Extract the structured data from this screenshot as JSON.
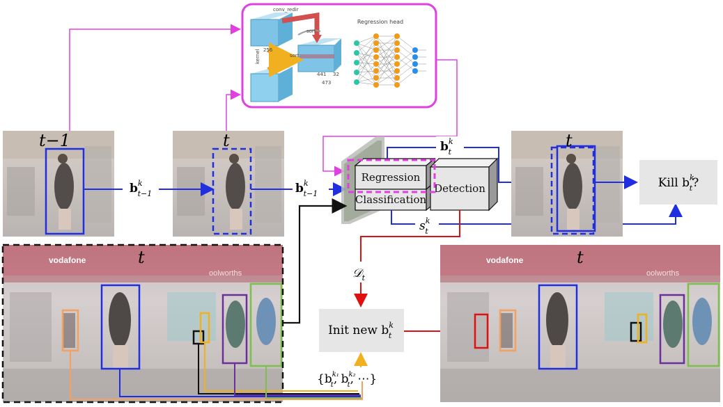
{
  "frames": {
    "prev_label": "t−1",
    "curr_label": "t",
    "detections_label": "t",
    "output_label": "t",
    "prediction_label": "t"
  },
  "network": {
    "regression_head_title": "Regression head",
    "conv_label": "conv_redir",
    "sort_label_1": "sort",
    "sort_label_2": "sort",
    "dim_256": "256",
    "dim_441": "441",
    "dim_32": "32",
    "dim_473": "473",
    "kernel_label": "kernel"
  },
  "detector": {
    "regression_label": "Regression",
    "classification_label": "Classification",
    "detection_label": "Detection"
  },
  "math": {
    "b_prev_1": "b",
    "b_prev_1_sup": "k",
    "b_prev_1_sub": "t−1",
    "b_prev_2": "b",
    "b_prev_2_sup": "k",
    "b_prev_2_sub": "t−1",
    "b_t": "b",
    "b_t_sup": "k",
    "b_t_sub": "t",
    "s_t": "s",
    "s_t_sup": "k",
    "s_t_sub": "t",
    "D_t": "𝒟",
    "D_t_sub": "t",
    "set_text": "{b",
    "set_sup_1": "k₁",
    "set_sub_1": "t",
    "set_mid": ", b",
    "set_sup_2": "k₂",
    "set_sub_2": "t",
    "set_end": ", ⋯}"
  },
  "decisions": {
    "kill_text": "Kill b",
    "kill_sup": "k",
    "kill_sub": "t",
    "kill_q": "?",
    "init_text": "Init new b",
    "init_sup": "k",
    "init_sub": "t"
  },
  "scene_signs": {
    "vodafone_left": "vodafone",
    "vodafone_right": "vodafone",
    "woolworths_left": "oolworths",
    "woolworths_right": "oolworths"
  },
  "colors": {
    "blue": "#1f2fe0",
    "magenta": "#e040e0",
    "red": "#e01010",
    "black": "#111111",
    "orange": "#f4a060",
    "yellow": "#f0b020",
    "purple": "#6a2f9a",
    "green": "#7cc04a",
    "gray_box": "#e6e6e6"
  }
}
